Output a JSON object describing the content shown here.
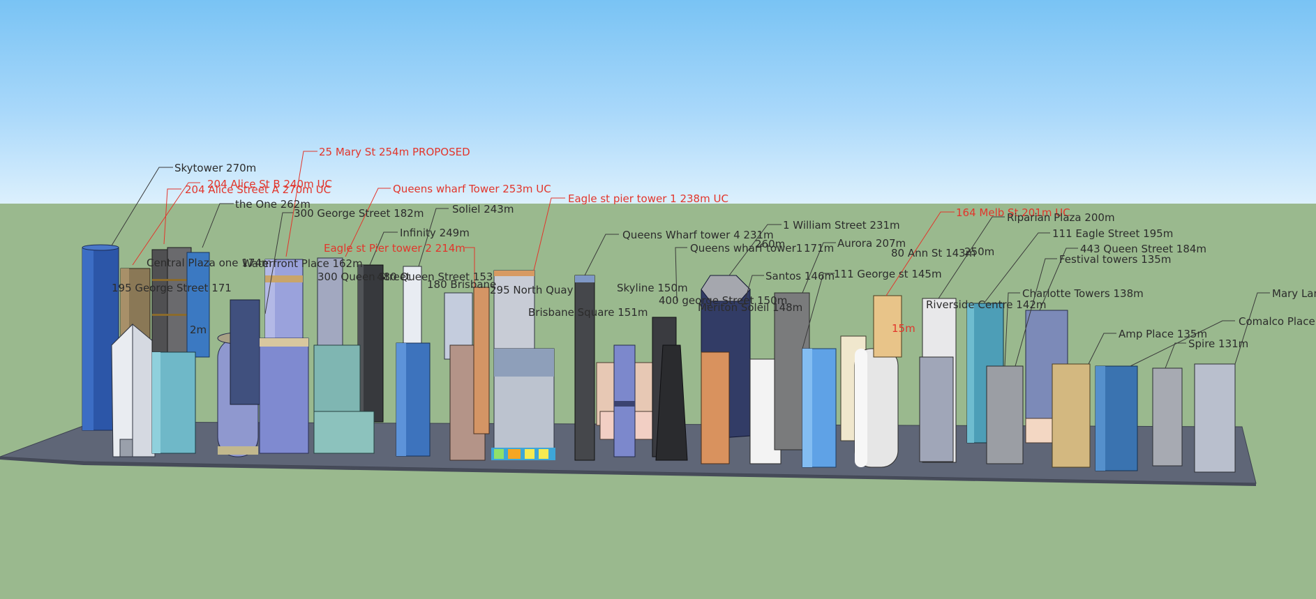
{
  "colors": {
    "sky_top": "#79c3f4",
    "sky_bottom": "#dcf0fd",
    "ground": "#9ab98e",
    "plaza": "#5f6677",
    "label_existing": "#2c2c2c",
    "label_proposed": "#e2352b"
  },
  "labels": [
    {
      "text": "Skytower 270m",
      "status": "built"
    },
    {
      "text": "204 Alice St B 240m UC",
      "status": "proposed"
    },
    {
      "text": "204 Alice Street A 270m UC",
      "status": "proposed"
    },
    {
      "text": "the One 262m",
      "status": "built"
    },
    {
      "text": "25 Mary St 254m PROPOSED",
      "status": "proposed"
    },
    {
      "text": "300 George Street 182m",
      "status": "built"
    },
    {
      "text": "Queens wharf Tower 253m UC",
      "status": "proposed"
    },
    {
      "text": "Soliel 243m",
      "status": "built"
    },
    {
      "text": "Eagle st pier tower 1 238m UC",
      "status": "proposed"
    },
    {
      "text": "Infinity 249m",
      "status": "built"
    },
    {
      "text": "Eagle st Pier tower 2 214m",
      "status": "proposed"
    },
    {
      "text": "Central Plaza one 174m",
      "status": "built"
    },
    {
      "text": "Waterfront Place 162m",
      "status": "built"
    },
    {
      "text": "300 Queen Street",
      "status": "built"
    },
    {
      "text": "480 Queen Street 153",
      "status": "built"
    },
    {
      "text": "180 Brisbane",
      "status": "built"
    },
    {
      "text": "295 North Quay",
      "status": "built"
    },
    {
      "text": "Brisbane Square 151m",
      "status": "built"
    },
    {
      "text": "Skyline 150m",
      "status": "built"
    },
    {
      "text": "Queens Wharf tower 4 231m",
      "status": "built"
    },
    {
      "text": "1 William Street 231m",
      "status": "built"
    },
    {
      "text": "Queens wharf tower1",
      "status": "built"
    },
    {
      "text": "260m",
      "status": "built"
    },
    {
      "text": "171m",
      "status": "built"
    },
    {
      "text": "Aurora 207m",
      "status": "built"
    },
    {
      "text": "Santos 146m",
      "status": "built"
    },
    {
      "text": "400 george Street 150m",
      "status": "built"
    },
    {
      "text": "Meriton Soleil 148m",
      "status": "built"
    },
    {
      "text": "80 Ann St 143m",
      "status": "built"
    },
    {
      "text": "250m",
      "status": "built"
    },
    {
      "text": "111 George st 145m",
      "status": "built"
    },
    {
      "text": "164 Melb St 201m UC",
      "status": "proposed"
    },
    {
      "text": "Riparian Plaza 200m",
      "status": "built"
    },
    {
      "text": "111 Eagle Street 195m",
      "status": "built"
    },
    {
      "text": "443 Queen Street 184m",
      "status": "built"
    },
    {
      "text": "Festival towers 135m",
      "status": "built"
    },
    {
      "text": "Charlotte Towers 138m",
      "status": "built"
    },
    {
      "text": "Riverside Centre 142m",
      "status": "built"
    },
    {
      "text": "Amp Place 135m",
      "status": "built"
    },
    {
      "text": "Comalco Place",
      "status": "built"
    },
    {
      "text": "Spire 131m",
      "status": "built"
    },
    {
      "text": "Mary Lane",
      "status": "built"
    },
    {
      "text": "195 George Street 171",
      "status": "built"
    },
    {
      "text": "2m",
      "status": "built"
    },
    {
      "text": "15m",
      "status": "proposed"
    }
  ]
}
